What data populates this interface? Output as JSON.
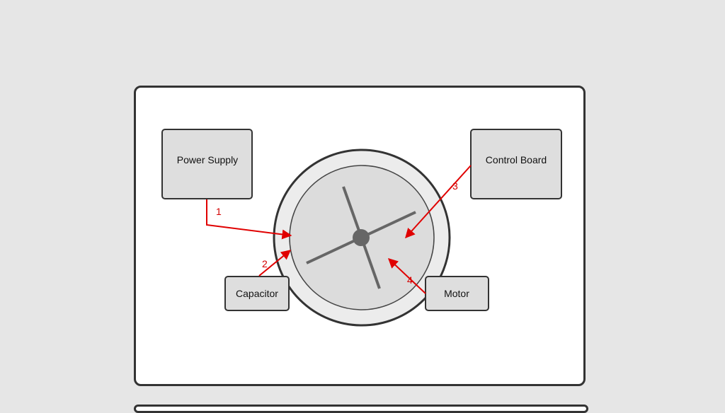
{
  "components": {
    "power_supply": "Power Supply",
    "control_board": "Control Board",
    "capacitor": "Capacitor",
    "motor": "Motor"
  },
  "arrows": {
    "a1": "1",
    "a2": "2",
    "a3": "3",
    "a4": "4"
  },
  "colors": {
    "background": "#e6e6e6",
    "panel": "#ffffff",
    "border": "#333333",
    "box_fill": "#dedede",
    "arrow": "#e00000",
    "fan_outer": "#ececec",
    "fan_inner": "#dcdcdc",
    "blade": "#666666"
  }
}
